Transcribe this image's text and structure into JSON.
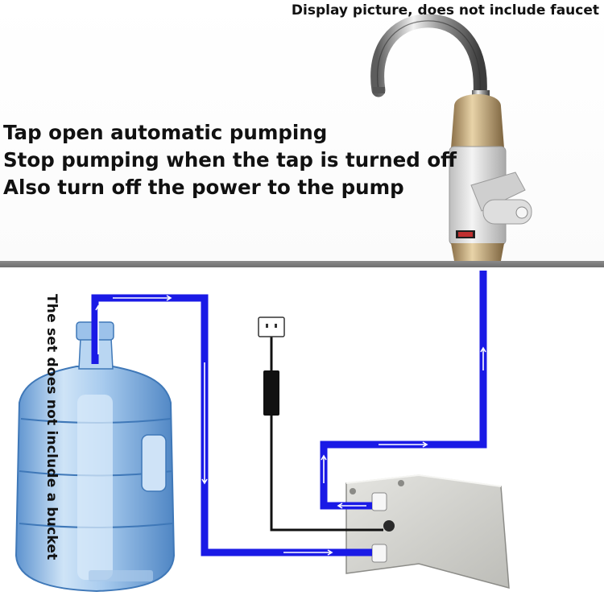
{
  "caption": "Display picture, does not include faucet",
  "features": [
    "Tap open automatic pumping",
    "Stop pumping when the tap is turned off",
    "Also turn off the power to the pump"
  ],
  "bucket_note": "The set does not include a bucket",
  "colors": {
    "pipe": "#1a1ae6",
    "cable": "#111111",
    "divider": "#7a7a7a",
    "pump_body": "#d6d6d2",
    "bottle": "#9cc6ee"
  },
  "icons": {
    "faucet": "faucet-icon",
    "water_bottle": "water-bottle-icon",
    "pump": "pump-unit-icon",
    "plug": "power-plug-icon",
    "switch": "inline-switch-icon"
  }
}
